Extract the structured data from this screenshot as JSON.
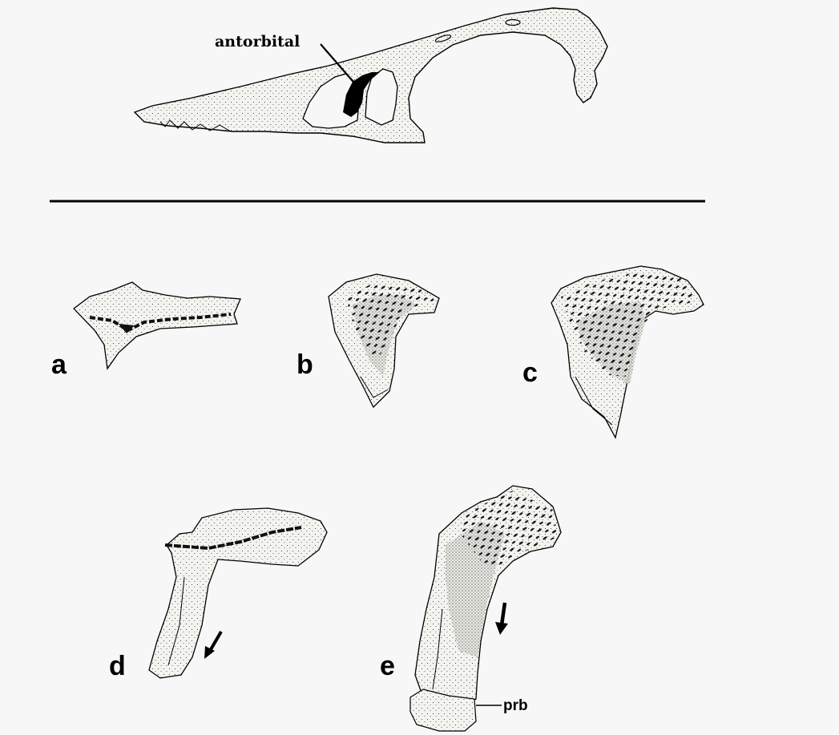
{
  "figure": {
    "skull_label": "antorbital",
    "panel_labels": [
      "a",
      "b",
      "c",
      "d",
      "e"
    ],
    "annotation_label": "prb",
    "colors": {
      "background": "#f7f7f7",
      "ink": "#000000",
      "fill": "#f2f2ee"
    }
  }
}
